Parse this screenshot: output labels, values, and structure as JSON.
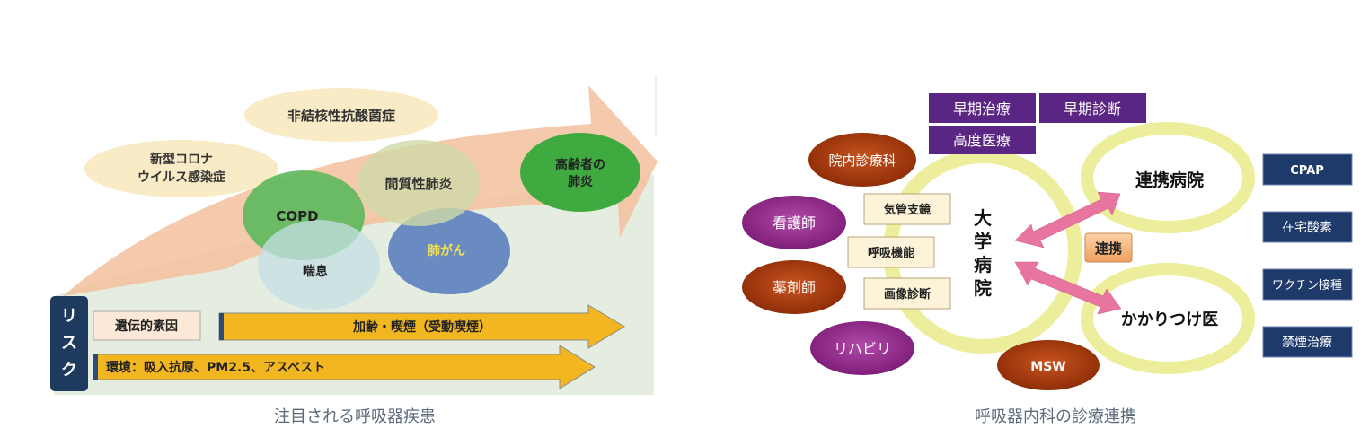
{
  "left_figure": {
    "caption": "注目される呼吸器疾患",
    "diseases": {
      "ntm": "非結核性抗酸菌症",
      "covid_line1": "新型コロナ",
      "covid_line2": "ウイルス感染症",
      "copd": "COPD",
      "asthma": "喘息",
      "ild": "間質性肺炎",
      "lung_cancer": "肺がん",
      "elderly_line1": "高齢者の",
      "elderly_line2": "肺炎"
    },
    "risk": {
      "label_chars": [
        "リ",
        "ス",
        "ク"
      ],
      "genetic": "遺伝的素因",
      "aging_smoking": "加齢・喫煙（受動喫煙）",
      "environment": "環境：吸入抗原、PM2.5、アスベスト"
    }
  },
  "right_figure": {
    "caption": "呼吸器内科の診療連携",
    "top_boxes": {
      "early_treatment": "早期治療",
      "early_diagnosis": "早期診断",
      "advanced_care": "高度医療"
    },
    "university_hospital_chars": [
      "大",
      "学",
      "病",
      "院"
    ],
    "inner_boxes": {
      "bronchoscopy": "気管支鏡",
      "respiratory_function": "呼吸機能",
      "imaging": "画像診断"
    },
    "staff": {
      "other_depts": "院内診療科",
      "nurse": "看護師",
      "pharmacist": "薬剤師",
      "rehab": "リハビリ",
      "msw": "MSW"
    },
    "partner_hospital": "連携病院",
    "family_doctor": "かかりつけ医",
    "cooperation": "連携",
    "services": {
      "cpap": "CPAP",
      "home_oxygen": "在宅酸素",
      "vaccination": "ワクチン接種",
      "smoking_cessation": "禁煙治療"
    }
  }
}
